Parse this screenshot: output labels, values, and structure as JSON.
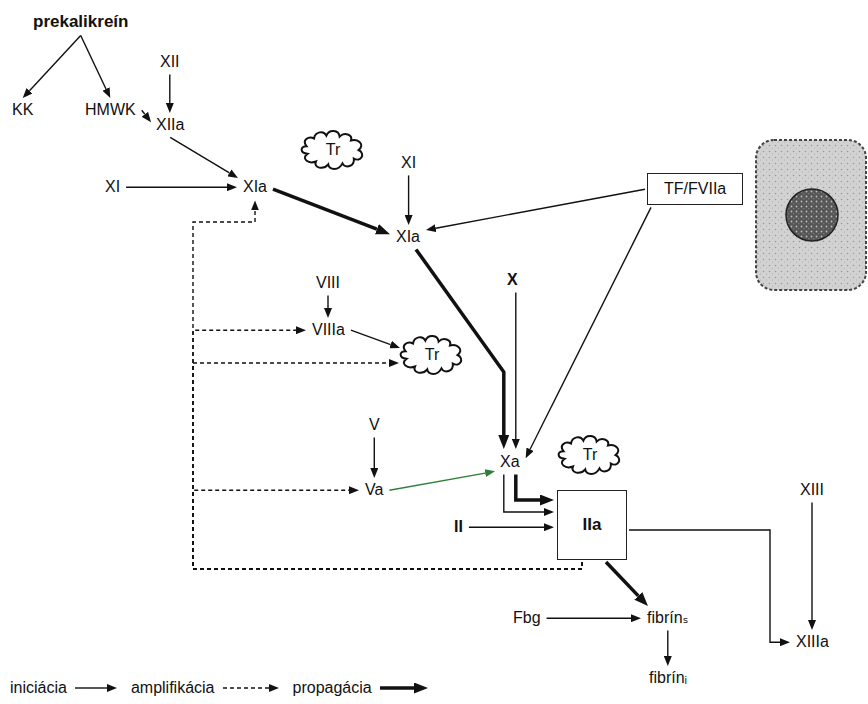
{
  "diagram": {
    "nodes": [
      {
        "text": [
          "prekalikreín"
        ]
      },
      {
        "text": [
          "KK"
        ]
      },
      {
        "text": [
          "HMWK"
        ]
      },
      {
        "text": [
          "XII"
        ]
      },
      {
        "text": [
          "XIIa"
        ]
      },
      {
        "text": [
          "XI"
        ]
      },
      {
        "text": [
          "XIa"
        ]
      },
      {
        "text": [
          "Tr"
        ]
      },
      {
        "text": [
          "XI"
        ]
      },
      {
        "text": [
          "TF/FVIIa"
        ]
      },
      {
        "text": [
          "XIa"
        ]
      },
      {
        "text": [
          "VIII"
        ]
      },
      {
        "text": [
          "X"
        ]
      },
      {
        "text": [
          "VIIIa"
        ]
      },
      {
        "text": [
          "Tr"
        ]
      },
      {
        "text": [
          "V"
        ]
      },
      {
        "text": [
          "Xa"
        ]
      },
      {
        "text": [
          "Tr"
        ]
      },
      {
        "text": [
          "Va"
        ]
      },
      {
        "text": [
          "XIII"
        ]
      },
      {
        "text": [
          "II"
        ]
      },
      {
        "text": [
          "IIa"
        ]
      },
      {
        "text": [
          "Fbg"
        ]
      },
      {
        "text": [
          "fibrínₛ"
        ]
      },
      {
        "text": [
          "fibrínᵢ"
        ]
      },
      {
        "text": [
          "XIIIa"
        ]
      }
    ],
    "edges": [
      {
        "from": 0,
        "to": 1,
        "arrow": "to"
      },
      {
        "from": 0,
        "to": 2,
        "arrow": "to"
      },
      {
        "from": 3,
        "to": 4,
        "arrow": "to"
      },
      {
        "from": 2,
        "to": 4,
        "arrow": "to"
      },
      {
        "from": 4,
        "to": 6,
        "arrow": "to"
      },
      {
        "from": 5,
        "to": 6,
        "arrow": "to"
      },
      {
        "from": 6,
        "to": 10,
        "arrow": "to"
      },
      {
        "from": 8,
        "to": 10,
        "arrow": "to"
      },
      {
        "from": 9,
        "to": 10,
        "arrow": "to"
      },
      {
        "from": 10,
        "to": 16,
        "arrow": "to"
      },
      {
        "from": 9,
        "to": 16,
        "arrow": "to"
      },
      {
        "from": 12,
        "to": 16,
        "arrow": "to"
      },
      {
        "from": 11,
        "to": 13,
        "arrow": "to"
      },
      {
        "from": 13,
        "to": 14,
        "arrow": "to"
      },
      {
        "from": 15,
        "to": 18,
        "arrow": "to"
      },
      {
        "from": 18,
        "to": 16,
        "arrow": "to"
      },
      {
        "from": 16,
        "to": 21,
        "arrow": "to"
      },
      {
        "from": 16,
        "to": 21,
        "arrow": "to"
      },
      {
        "from": 20,
        "to": 21,
        "arrow": "to"
      },
      {
        "from": 21,
        "to": 6,
        "arrow": "to"
      },
      {
        "from": 21,
        "to": 13,
        "arrow": "to"
      },
      {
        "from": 21,
        "to": 14,
        "arrow": "to"
      },
      {
        "from": 21,
        "to": 18,
        "arrow": "to"
      },
      {
        "from": 21,
        "to": 25,
        "arrow": "to"
      },
      {
        "from": 19,
        "to": 25,
        "arrow": "to"
      },
      {
        "from": 21,
        "to": 23,
        "arrow": "to"
      },
      {
        "from": 22,
        "to": 23,
        "arrow": "to"
      },
      {
        "from": 23,
        "to": 24,
        "arrow": "to"
      }
    ],
    "legend": [
      {
        "text": "iniciácia"
      },
      {
        "text": "amplifikácia"
      },
      {
        "text": "propagácia"
      }
    ]
  }
}
